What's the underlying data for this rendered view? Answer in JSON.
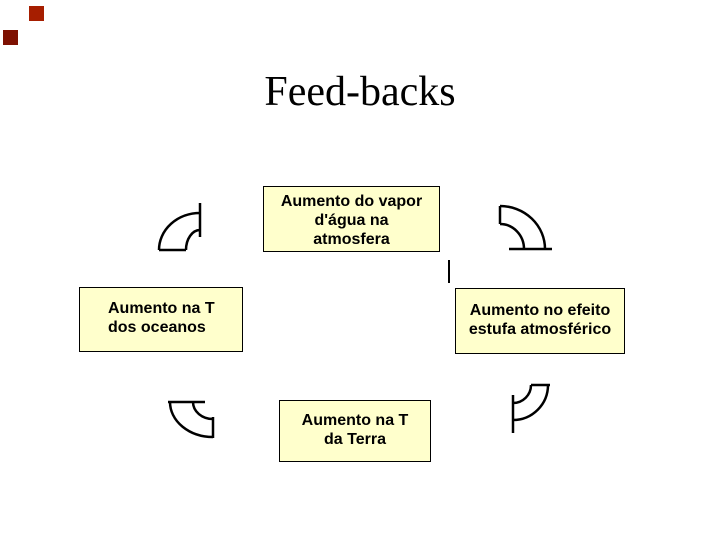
{
  "slide": {
    "title": "Feed-backs",
    "background_color": "#FFFFFF",
    "text_color": "#000000",
    "box_fill_color": "#FFFFCC",
    "box_border_color": "#000000",
    "arrow_color": "#000000",
    "decor_squares": [
      {
        "position": "top",
        "color": "#A61E00"
      },
      {
        "position": "left",
        "color": "#7E1102"
      }
    ],
    "boxes": {
      "top": {
        "lines": [
          "Aumento do vapor",
          "d'água na",
          "atmosfera"
        ]
      },
      "left": {
        "lines": [
          "Aumento na T",
          "dos oceanos"
        ]
      },
      "right": {
        "lines": [
          "Aumento no efeito",
          "estufa atmosférico"
        ]
      },
      "bottom": {
        "lines": [
          "Aumento na T",
          "da Terra"
        ]
      }
    },
    "arrows": [
      "arc-upper-left",
      "arc-upper-right",
      "arc-lower-left",
      "arc-lower-right"
    ]
  }
}
